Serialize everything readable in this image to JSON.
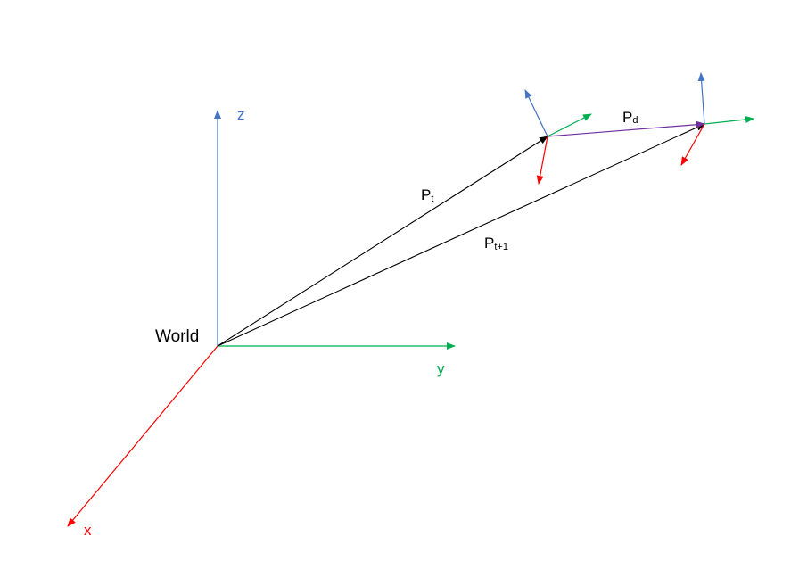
{
  "labels": {
    "world": "World",
    "axis_x": "x",
    "axis_y": "y",
    "axis_z": "z",
    "pt_main": "P",
    "pt_sub": "t",
    "pt1_main": "P",
    "pt1_sub": "t+1",
    "pd_main": "P",
    "pd_sub": "d"
  },
  "colors": {
    "x_axis": "#ff0000",
    "y_axis": "#00b050",
    "z_axis": "#4472c4",
    "position_vector": "#000000",
    "displacement_vector": "#7030a0",
    "label_text": "#000000"
  }
}
